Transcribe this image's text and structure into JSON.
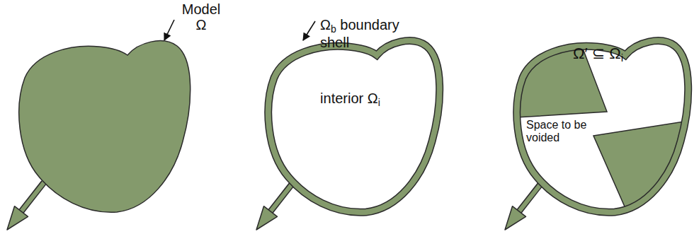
{
  "diagram": {
    "nodes": [
      {
        "text": [
          "Model Ω"
        ]
      },
      {
        "text": [
          "Ωb boundary shell",
          "interior Ωi"
        ]
      },
      {
        "text": [
          "Ω′ ⊆ Ωi",
          "Space to be voided"
        ]
      }
    ]
  }
}
